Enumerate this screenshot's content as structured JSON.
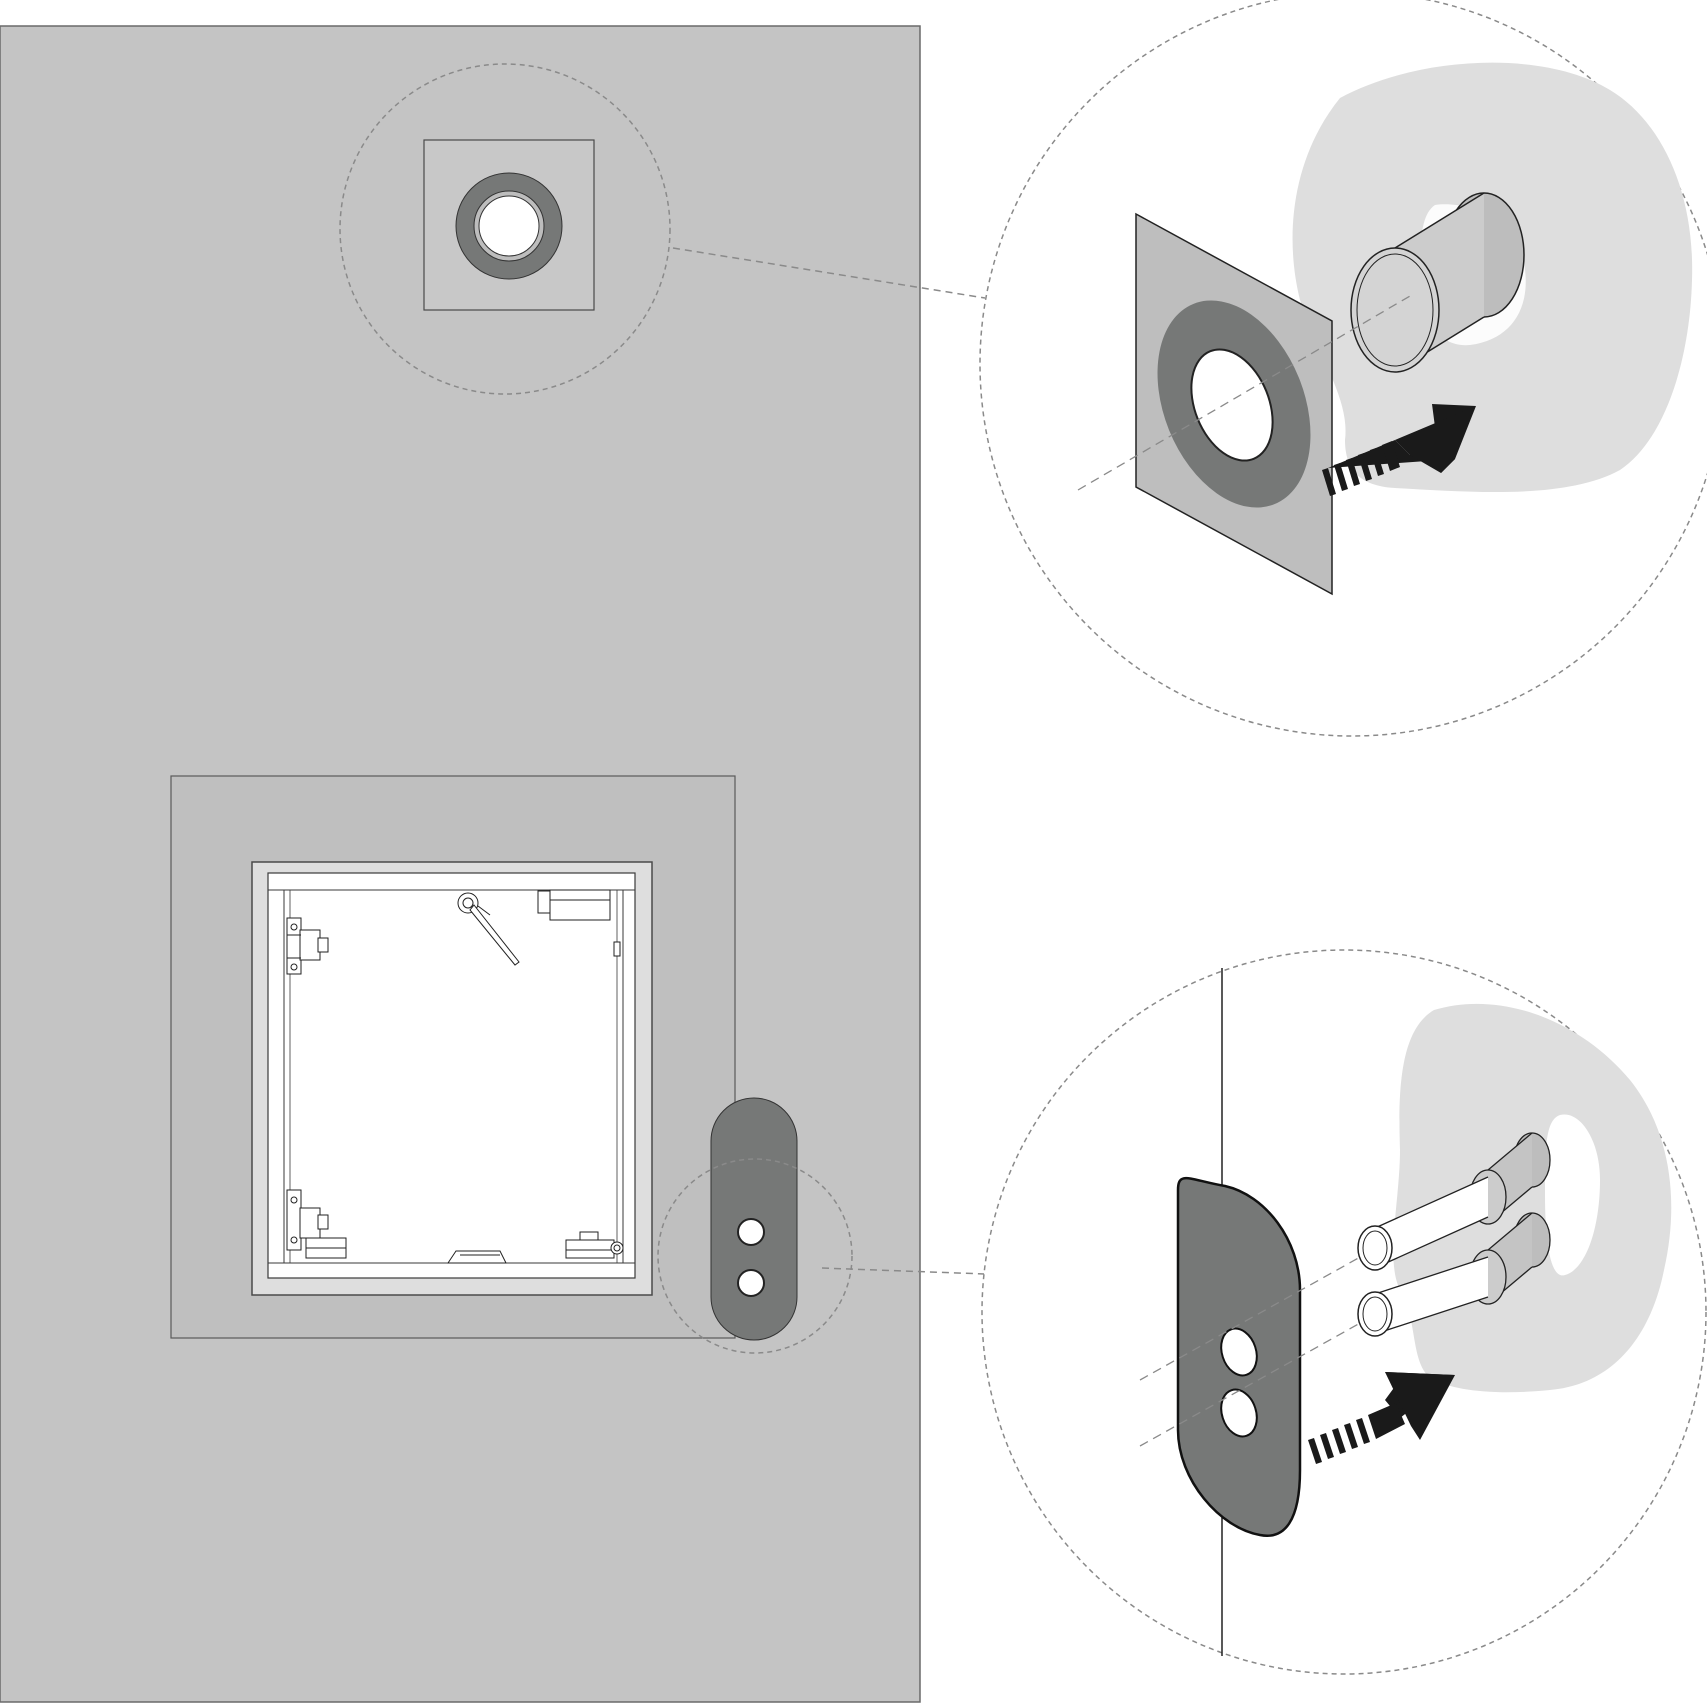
{
  "colors": {
    "wall": "#c4c4c4",
    "wall_line": "#6a6a6a",
    "dark_gasket": "#767877",
    "plate_light": "#bebebe",
    "cabinet_white": "#ffffff",
    "cabinet_frame": "#dcdcdc",
    "backdrop": "#dedede",
    "arrow": "#1a1a1a",
    "dashed": "#8a8a8a"
  },
  "icons": {
    "arrow": "push-in-arrow-icon"
  },
  "parts": {
    "main_wall": "wall-panel",
    "recess": "recess-panel",
    "cabinet": "cabinet-box",
    "upper_callout": "round-sleeve-gasket-detail",
    "lower_callout": "twin-pipe-gasket-detail"
  }
}
